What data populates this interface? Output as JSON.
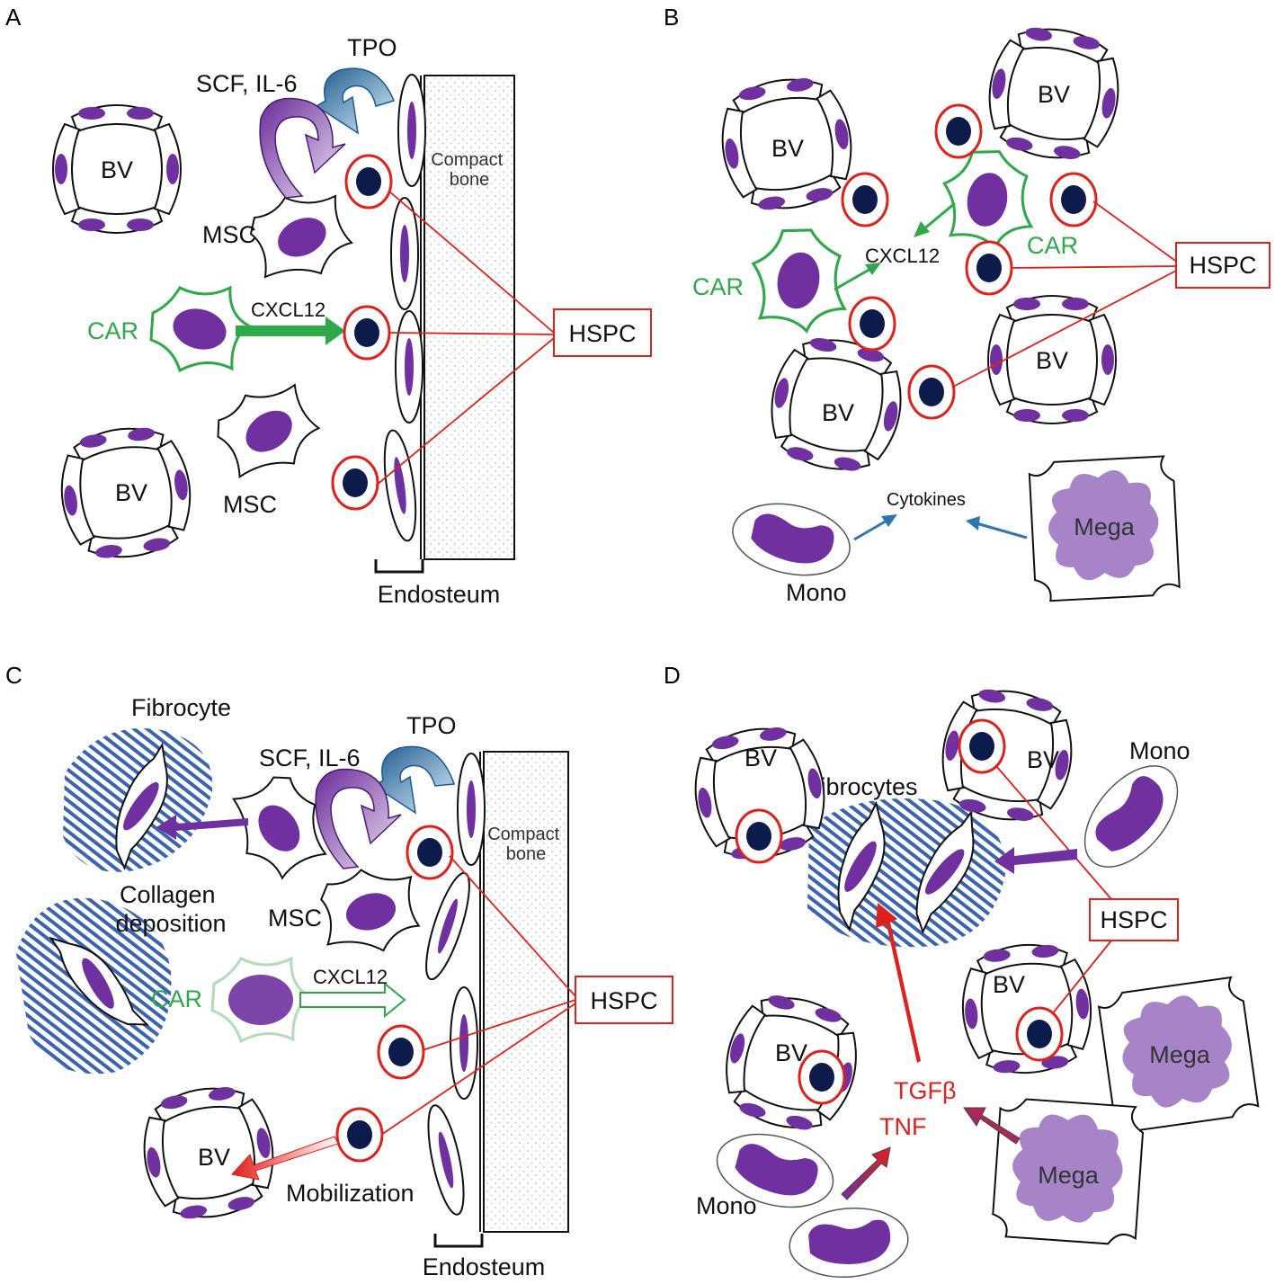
{
  "colors": {
    "nucleus": "#7030a0",
    "hspc_ring": "#e0201b",
    "hspc_core": "#0d1b4a",
    "car": "#2fa84a",
    "mega": "#a784c8",
    "hatch": "#3b64b0",
    "cytokine_arrow": "#2e75b6"
  },
  "panels": {
    "a": {
      "letter": "A",
      "tpo": "TPO",
      "scf_il6": "SCF, IL-6",
      "bv": "BV",
      "msc": "MSC",
      "car": "CAR",
      "cxcl12": "CXCL12",
      "hspc": "HSPC",
      "compact_bone": "Compact\nbone",
      "endosteum": "Endosteum"
    },
    "b": {
      "letter": "B",
      "bv": "BV",
      "car": "CAR",
      "cxcl12": "CXCL12",
      "hspc": "HSPC",
      "cytokines": "Cytokines",
      "mega": "Mega",
      "mono": "Mono"
    },
    "c": {
      "letter": "C",
      "fibrocyte": "Fibrocyte",
      "tpo": "TPO",
      "scf_il6": "SCF, IL-6",
      "compact_bone": "Compact\nbone",
      "collagen": "Collagen\ndeposition",
      "msc": "MSC",
      "car": "CAR",
      "cxcl12": "CXCL12",
      "hspc": "HSPC",
      "bv": "BV",
      "mobilization": "Mobilization",
      "endosteum": "Endosteum"
    },
    "d": {
      "letter": "D",
      "bv": "BV",
      "mono": "Mono",
      "fibrocytes": "Fibrocytes",
      "hspc": "HSPC",
      "mega": "Mega",
      "tgfb": "TGFβ",
      "tnf": "TNF"
    }
  }
}
